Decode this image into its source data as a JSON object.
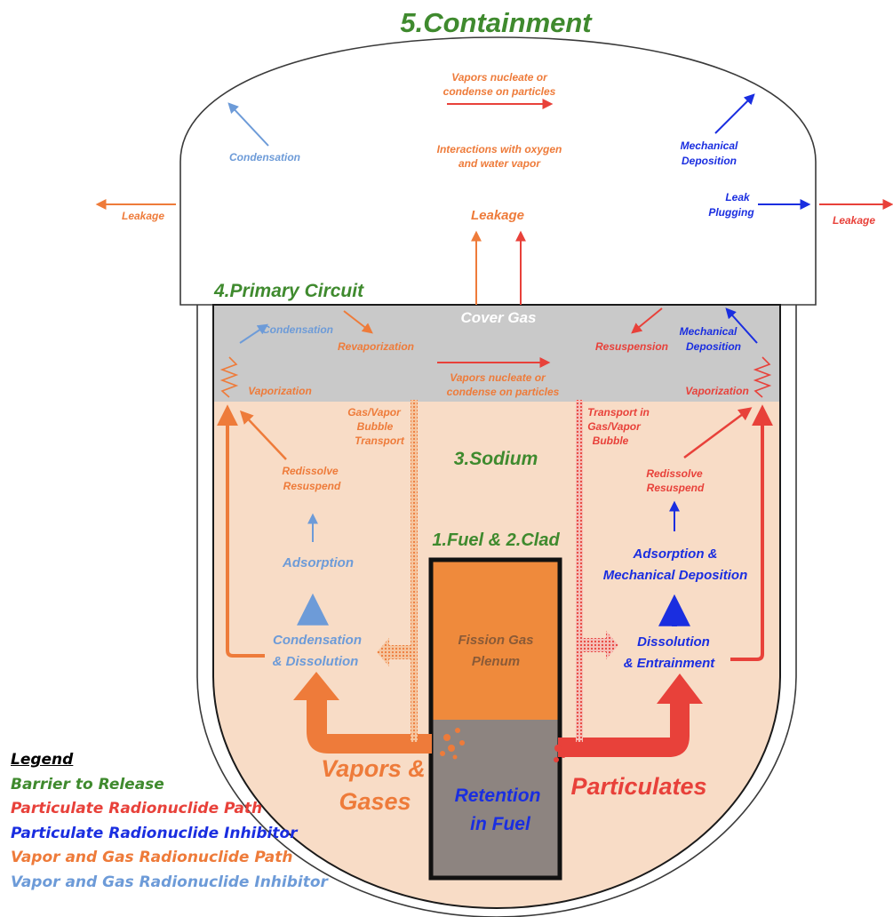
{
  "colors": {
    "barrier": "#3f8a2e",
    "particulate_path": "#e8413a",
    "particulate_inhibitor": "#1a2ee0",
    "vapor_path": "#ee7b3a",
    "vapor_inhibitor": "#6d9bd8",
    "sodium_fill": "#f8dcc6",
    "cover_gas_fill": "#c9c9c9",
    "fuel_plenum_fill": "#ef8a3c",
    "fuel_retention_fill": "#8d8480"
  },
  "barriers": {
    "containment": "5.Containment",
    "primary_circuit": "4.Primary Circuit",
    "sodium": "3.Sodium",
    "fuel_clad": "1.Fuel & 2.Clad"
  },
  "containment": {
    "vapors_nucleate_1": "Vapors nucleate or",
    "vapors_nucleate_2": "condense on particles",
    "condensation": "Condensation",
    "interactions_1": "Interactions with oxygen",
    "interactions_2": "and water vapor",
    "mech_dep_1": "Mechanical",
    "mech_dep_2": "Deposition",
    "leak_plugging_1": "Leak",
    "leak_plugging_2": "Plugging",
    "leakage_left": "Leakage",
    "leakage_center": "Leakage",
    "leakage_right": "Leakage"
  },
  "cover_gas": {
    "label": "Cover Gas",
    "condensation": "Condensation",
    "revaporization": "Revaporization",
    "resuspension": "Resuspension",
    "mech_dep_1": "Mechanical",
    "mech_dep_2": "Deposition",
    "vaporization_left": "Vaporization",
    "vaporization_right": "Vaporization",
    "vapors_nucleate_1": "Vapors nucleate or",
    "vapors_nucleate_2": "condense on particles"
  },
  "sodium_pool": {
    "gas_vapor_1": "Gas/Vapor",
    "gas_vapor_2": "Bubble",
    "gas_vapor_3": "Transport",
    "transport_1": "Transport in",
    "transport_2": "Gas/Vapor",
    "transport_3": "Bubble",
    "redissolve_left_1": "Redissolve",
    "redissolve_left_2": "Resuspend",
    "redissolve_right_1": "Redissolve",
    "redissolve_right_2": "Resuspend",
    "adsorption": "Adsorption",
    "adsorption_mech_1": "Adsorption &",
    "adsorption_mech_2": "Mechanical Deposition",
    "condensation_dissolution_1": "Condensation",
    "condensation_dissolution_2": "& Dissolution",
    "dissolution_entrainment_1": "Dissolution",
    "dissolution_entrainment_2": "& Entrainment",
    "vapors_gases_1": "Vapors &",
    "vapors_gases_2": "Gases",
    "particulates": "Particulates"
  },
  "fuel": {
    "plenum_1": "Fission Gas",
    "plenum_2": "Plenum",
    "retention_1": "Retention",
    "retention_2": "in Fuel"
  },
  "legend": {
    "title": "Legend",
    "items": [
      {
        "label": "Barrier to Release",
        "color": "#3f8a2e"
      },
      {
        "label": "Particulate Radionuclide Path",
        "color": "#e8413a"
      },
      {
        "label": "Particulate Radionuclide Inhibitor",
        "color": "#1a2ee0"
      },
      {
        "label": "Vapor and Gas Radionuclide Path",
        "color": "#ee7b3a"
      },
      {
        "label": "Vapor and Gas Radionuclide Inhibitor",
        "color": "#6d9bd8"
      }
    ]
  }
}
